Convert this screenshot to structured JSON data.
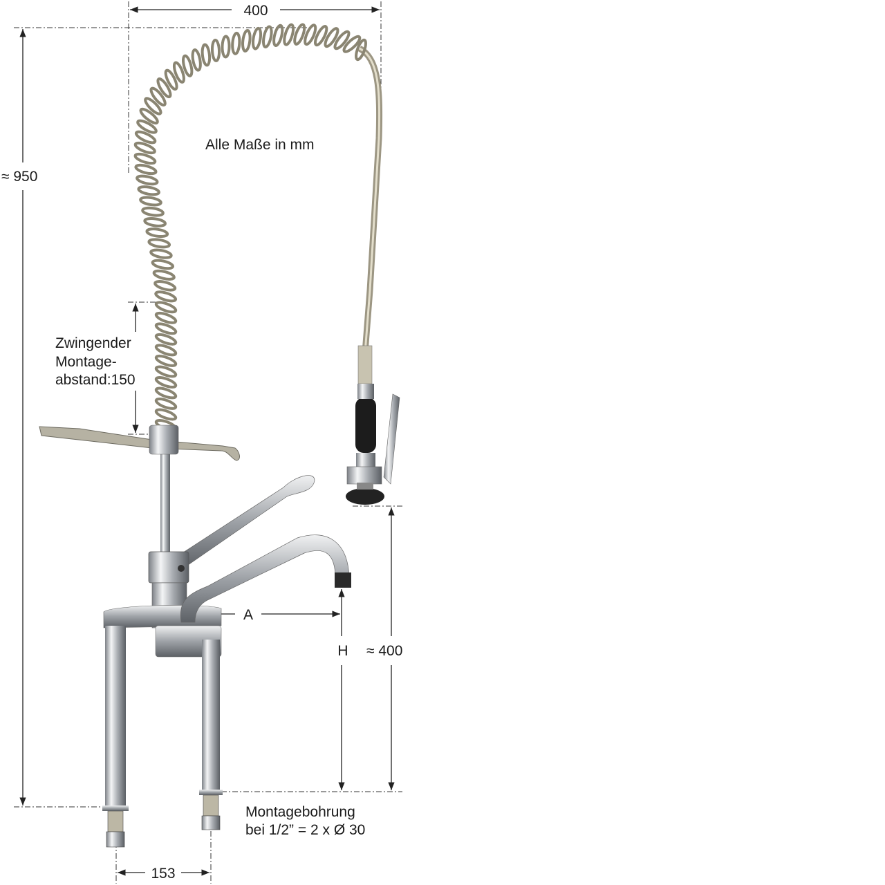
{
  "dimensions": {
    "width_top": "400",
    "height_total": "≈ 950",
    "units_note": "Alle Maße in mm",
    "mount_distance": [
      "Zwingender",
      "Montage-",
      "abstand:150"
    ],
    "spout_reach": "A",
    "spout_height": "H",
    "spray_height": "≈ 400",
    "mount_hole": [
      "Montagebohrung",
      "bei 1/2” = 2 x Ø 30"
    ],
    "pillar_spacing": "153"
  },
  "colors": {
    "chrome": "#c9ccd0",
    "spring": "#b9b3a0",
    "grip": "#1c1c1c",
    "line": "#222222"
  }
}
